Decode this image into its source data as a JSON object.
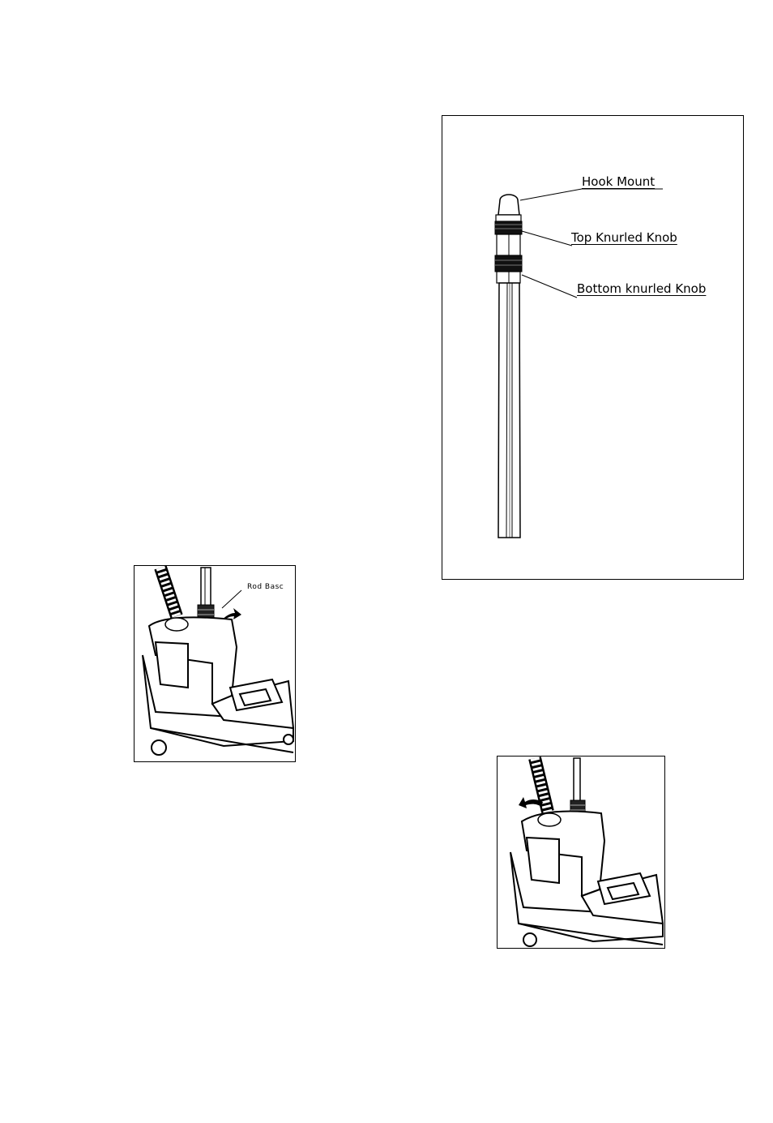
{
  "rod_figure": {
    "labels": {
      "hook_mount": "Hook Mount",
      "top_knob": "Top Knurled Knob",
      "bottom_knob": "Bottom knurled Knob"
    }
  },
  "base_figure_left": {
    "label": "Rod Basc"
  },
  "base_figure_right": {}
}
